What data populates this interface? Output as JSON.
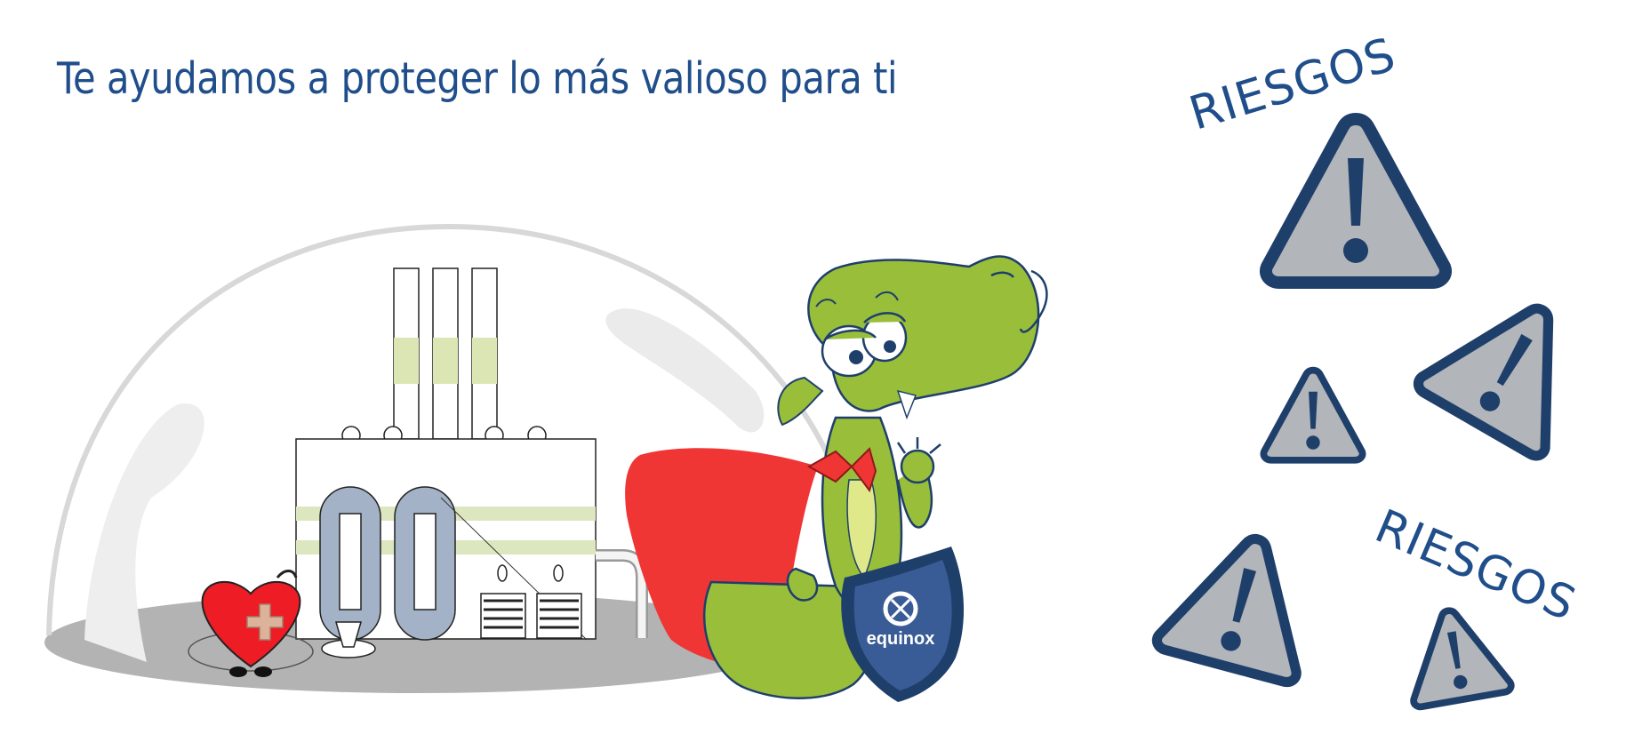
{
  "headline": "Te ayudamos a proteger lo más valioso para ti",
  "risk_labels": [
    "RIESGOS",
    "RIESGOS"
  ],
  "shield_logo_text": "equinox",
  "colors": {
    "brand_blue": "#1f4e8a",
    "warning_fill": "#b2b5b9",
    "warning_stroke": "#1f3f6b",
    "dragon_green": "#98be3a",
    "cape_red": "#f03535",
    "dome_floor": "#b3b3b3",
    "shield_blue": "#3a5c96"
  },
  "icons": [
    "warning-triangle-icon",
    "equinox-logo-icon",
    "heart-bandage-icon"
  ]
}
